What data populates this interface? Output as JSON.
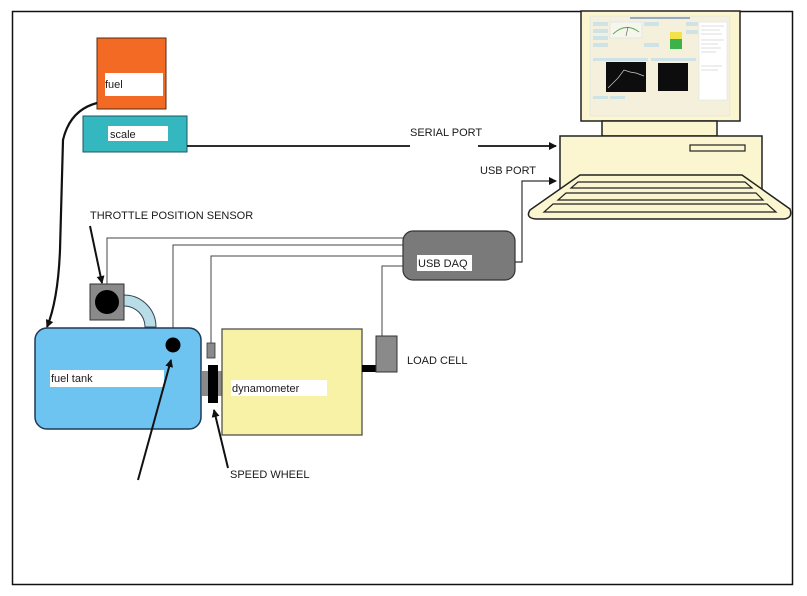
{
  "diagram": {
    "title": "Engine dynamometer data acquisition setup",
    "components": {
      "fuel": {
        "label": "fuel",
        "color": "#f26a24"
      },
      "scale": {
        "label": "scale",
        "color": "#35b7bf"
      },
      "fuel_tank": {
        "label": "fuel tank",
        "color": "#6ec4f0"
      },
      "throttle_sensor": {
        "color": "#8a8a8a"
      },
      "dynamometer": {
        "label": "dynamometer",
        "color": "#f8f2a6"
      },
      "usb_daq": {
        "label": "USB DAQ",
        "color": "#7a7a7a"
      },
      "load_cell": {
        "color": "#8a8a8a"
      },
      "computer": {
        "color": "#fbf6cf"
      }
    },
    "annotations": {
      "serial_port": "SERIAL PORT",
      "usb_port": "USB PORT",
      "throttle_position_sensor": "THROTTLE POSITION SENSOR",
      "load_cell": "LOAD CELL",
      "speed_wheel": "SPEED WHEEL"
    },
    "connections": [
      {
        "from": "fuel",
        "to": "fuel_tank",
        "type": "arrow"
      },
      {
        "from": "scale",
        "to": "computer",
        "label": "SERIAL PORT",
        "type": "arrow"
      },
      {
        "from": "usb_daq",
        "to": "computer",
        "label": "USB PORT",
        "type": "arrow"
      },
      {
        "from": "usb_daq",
        "to": "throttle_sensor",
        "type": "wire"
      },
      {
        "from": "usb_daq",
        "to": "fuel_tank",
        "type": "wire"
      },
      {
        "from": "usb_daq",
        "to": "speed_wheel",
        "type": "wire"
      },
      {
        "from": "usb_daq",
        "to": "load_cell",
        "type": "wire"
      }
    ]
  }
}
